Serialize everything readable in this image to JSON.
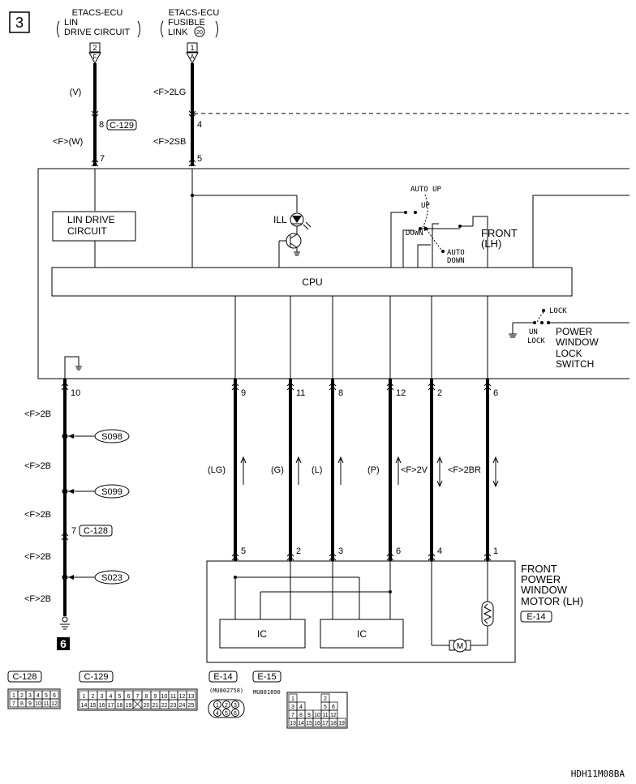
{
  "page_number": "3",
  "top_sources": {
    "left": {
      "name": "ETACS-ECU",
      "sub1": "LIN",
      "sub2": "DRIVE CIRCUIT",
      "pin": "2",
      "conn": "F"
    },
    "right": {
      "name": "ETACS-ECU",
      "sub1": "FUSIBLE",
      "sub2": "LINK",
      "fuse": "20",
      "pin": "1",
      "conn": "A"
    }
  },
  "upper_wires": {
    "left": {
      "color_top": "(V)",
      "pin_mid": "8",
      "conn_mid": "C-129",
      "color_bottom": "<F>(W)",
      "pin_bottom": "7"
    },
    "right": {
      "color_top": "<F>2LG",
      "pin_mid": "4",
      "color_bottom": "<F>2SB",
      "pin_bottom": "5"
    }
  },
  "switch_unit": {
    "lin_block": "LIN DRIVE\nCIRCUIT",
    "ill_label": "ILL",
    "cpu_label": "CPU",
    "auto_up": "AUTO UP",
    "up": "UP",
    "down": "DOWN",
    "auto_down": "AUTO\nDOWN",
    "front_lh": "FRONT\n(LH)",
    "lock": "LOCK",
    "unlock": "UN\nLOCK",
    "lock_switch": "POWER\nWINDOW\nLOCK\nSWITCH"
  },
  "ground_wire": {
    "pin_top": "10",
    "colors": [
      "<F>2B",
      "<F>2B",
      "<F>2B",
      "<F>2B",
      "<F>2B"
    ],
    "splices": [
      "S098",
      "S099",
      "S023"
    ],
    "conn_pin": "7",
    "conn": "C-128",
    "ground_no": "6"
  },
  "signal_wires": [
    {
      "pin_top": "9",
      "color": "(LG)",
      "pin_bottom": "5"
    },
    {
      "pin_top": "11",
      "color": "(G)",
      "pin_bottom": "2"
    },
    {
      "pin_top": "8",
      "color": "(L)",
      "pin_bottom": "3"
    },
    {
      "pin_top": "12",
      "color": "(P)",
      "pin_bottom": "6"
    },
    {
      "pin_top": "2",
      "color": "<F>2V",
      "pin_bottom": "4"
    },
    {
      "pin_top": "6",
      "color": "<F>2BR",
      "pin_bottom": "1"
    }
  ],
  "motor": {
    "label": "FRONT\nPOWER\nWINDOW\nMOTOR (LH)",
    "conn": "E-14",
    "ic_left": "IC",
    "ic_right": "IC",
    "motor_symbol": "M"
  },
  "connectors": [
    {
      "id": "C-128",
      "code": "",
      "rows": [
        [
          "1",
          "2",
          "3",
          "4",
          "5",
          "6"
        ],
        [
          "7",
          "8",
          "9",
          "10",
          "11",
          "12"
        ]
      ]
    },
    {
      "id": "C-129",
      "code": "",
      "rows": [
        [
          "1",
          "2",
          "3",
          "4",
          "5",
          "6",
          "7",
          "8",
          "9",
          "10",
          "11",
          "12",
          "13"
        ],
        [
          "14",
          "15",
          "16",
          "17",
          "18",
          "19",
          "",
          "20",
          "21",
          "22",
          "23",
          "24",
          "25"
        ]
      ]
    },
    {
      "id": "E-14",
      "code": "(MU802758)",
      "rows": [
        [
          "1",
          "2",
          "3"
        ],
        [
          "4",
          "5",
          "6"
        ]
      ]
    },
    {
      "id": "E-15",
      "code": "MU801890",
      "rows": [
        [
          "1",
          "",
          "",
          "",
          "2",
          ""
        ],
        [
          "3",
          "4",
          "",
          "",
          "5",
          "6"
        ],
        [
          "7",
          "8",
          "9",
          "10",
          "11",
          "12"
        ],
        [
          "13",
          "14",
          "15",
          "16",
          "17",
          "18",
          "19"
        ]
      ]
    }
  ],
  "figure_code": "HDH11M08BA"
}
